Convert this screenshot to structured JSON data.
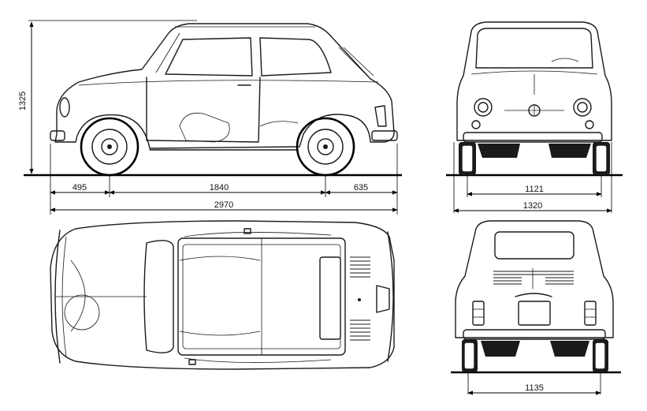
{
  "dimensions": {
    "height": "1325",
    "front_overhang": "495",
    "wheelbase": "1840",
    "rear_overhang": "635",
    "overall_length": "2970",
    "front_track": "1121",
    "overall_width": "1320",
    "rear_track": "1135"
  }
}
